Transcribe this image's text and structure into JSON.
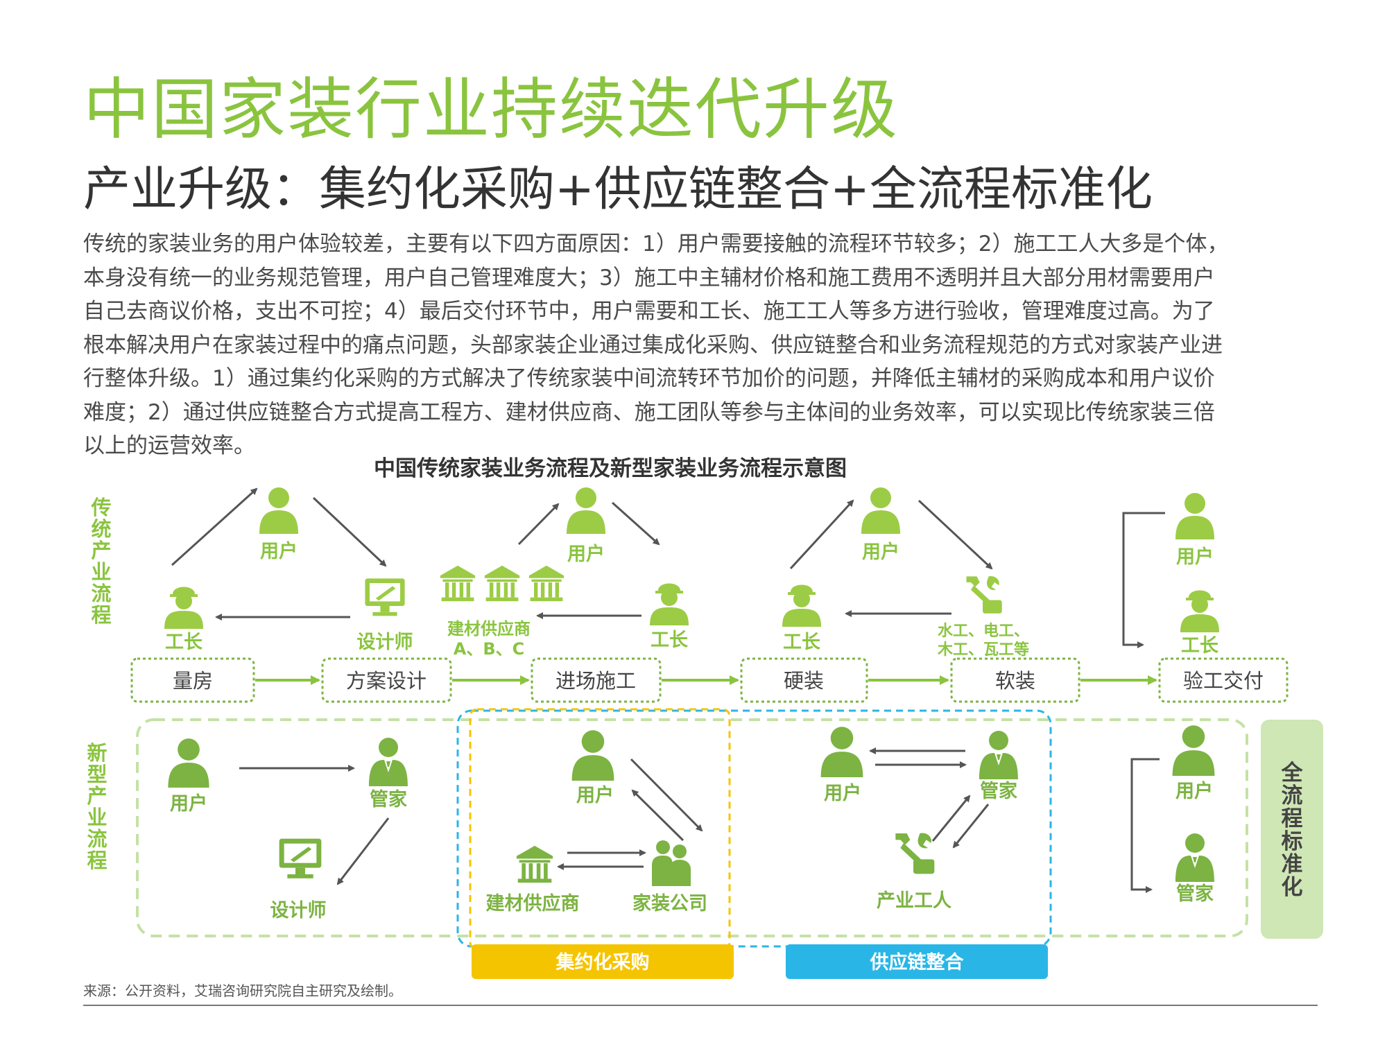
{
  "title": "中国家装行业持续迭代升级",
  "subtitle": "产业升级：集约化采购+供应链整合+全流程标准化",
  "intro": [
    "传统的家装业务的用户体验较差，主要有以下四方面原因：1）用户需要接触的流程环节较多；2）施工工人大多是个体，",
    "本身没有统一的业务规范管理，用户自己管理难度大；3）施工中主辅材价格和施工费用不透明并且大部分用材需要用户",
    "自己去商议价格，支出不可控；4）最后交付环节中，用户需要和工长、施工工人等多方进行验收，管理难度过高。为了",
    "根本解决用户在家装过程中的痛点问题，头部家装企业通过集成化采购、供应链整合和业务流程规范的方式对家装产业进",
    "行整体升级。1）通过集约化采购的方式解决了传统家装中间流转环节加价的问题，并降低主辅材的采购成本和用户议价",
    "难度；2）通过供应链整合方式提高工程方、建材供应商、施工团队等参与主体间的业务效率，可以实现比传统家装三倍",
    "以上的运营效率。"
  ],
  "diagram": {
    "title": "中国传统家装业务流程及新型家装业务流程示意图",
    "traditional_label": "传统产业流程",
    "new_label": "新型产业流程",
    "standardization_label": "全流程标准化",
    "steps": [
      "量房",
      "方案设计",
      "进场施工",
      "硬装",
      "软装",
      "验工交付"
    ],
    "trad_roles": {
      "user": "用户",
      "foreman": "工长",
      "designer": "设计师",
      "supplier": "建材供应商",
      "supplier_abc": "A、B、C",
      "workers_line1": "水工、电工、",
      "workers_line2": "木工、瓦工等"
    },
    "new_roles": {
      "user": "用户",
      "steward": "管家",
      "designer": "设计师",
      "supplier": "建材供应商",
      "company": "家装公司",
      "industry_worker": "产业工人"
    },
    "bottom_labels": {
      "procurement": "集约化采购",
      "supply_chain": "供应链整合"
    },
    "colors": {
      "green": "#8ac43f",
      "icon_green": "#7cb342",
      "icon_light": "#9ccc45",
      "yellow": "#f5c400",
      "blue": "#29b6e6",
      "panel": "#cfe6b5"
    }
  },
  "source": "来源：公开资料，艾瑞咨询研究院自主研究及绘制。"
}
